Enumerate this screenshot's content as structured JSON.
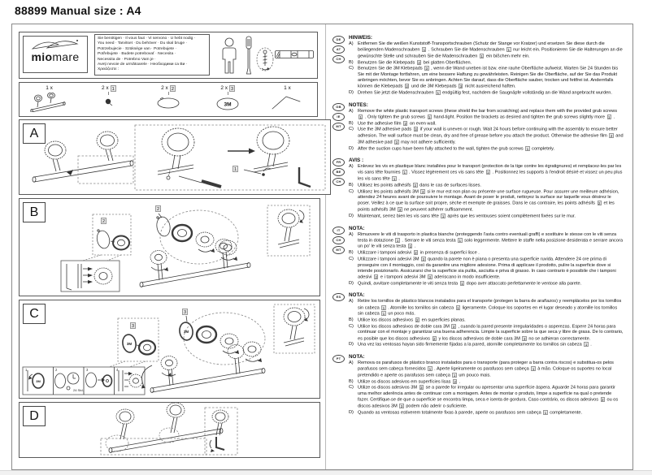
{
  "header": {
    "title": "88899 Manual size : A4"
  },
  "logo": {
    "brand_bold": "mio",
    "brand_rest": "mare"
  },
  "brand_3m": "3M",
  "you_need": {
    "lines": [
      "Sie benötigen · Il vous faut · Vi servono · U hebt nodig ·",
      "You need · Tarvitset · Du behöver · Du skal bruge ·",
      "Potrzebujecie · Szüksége van · Potrebujete ·",
      "Potřebujete · Budete potrebovať · Necesita ·",
      "Necessita de · Potrebno Vam je ·",
      "Aveți nevoie de următoarele · Необходими са Ви ·",
      "Χρειάζεστε :"
    ]
  },
  "parts": [
    {
      "qty": "1 x",
      "ref": null,
      "icon": "towel-rail"
    },
    {
      "qty": "2 x",
      "ref": "1",
      "icon": "grub-screw"
    },
    {
      "qty": "2 x",
      "ref": "2",
      "icon": "adhesive-film"
    },
    {
      "qty": "2 x",
      "ref": "3",
      "icon": "adhesive-3m"
    },
    {
      "qty": "1 x",
      "ref": null,
      "icon": "allen-key"
    }
  ],
  "panels": [
    {
      "label": "A"
    },
    {
      "label": "B"
    },
    {
      "label": "C"
    },
    {
      "label": "D"
    }
  ],
  "panel_refs": {
    "a": "1",
    "b1": "2",
    "b2": "2",
    "c1": "3",
    "c2": "3"
  },
  "panel_c_steps": [
    "1",
    "2",
    "3",
    "4"
  ],
  "panel_c_wait": "24 Std.",
  "sections": [
    {
      "id": "de",
      "countries": [
        "DE",
        "AT",
        "CH"
      ],
      "heading": "HINWEIS:",
      "items": [
        {
          "label": "A)",
          "text": "Entfernen Sie die weißen Kunststoff-Transportschrauben (Schutz der Stange vor Kratzer) und ersetzen Sie diese durch die beiliegenden Madenschrauben [1] . Schrauben Sie die Madenschrauben [1] nur leicht ein. Positionieren Sie die Halterungen an die gewünschte Stelle und schrauben Sie die Madenschrauben [1] ein bißchen mehr ein."
        },
        {
          "label": "B)",
          "text": "Benutzen Sie die Klebepads [2] bei glatten Oberflächen."
        },
        {
          "label": "C)",
          "text": "Benutzen Sie die 3M Klebepads [3] , wenn die Wand uneben ist bzw. eine rauhe Oberfläche aufweist. Warten Sie 24 Stunden bis Sie mit der Montage fortfahren, um eine bessere Haftung zu gewährleisten. Reinigen Sie die Oberfläche, auf der Sie das Produkt anbringen möchten, bevor Sie es anbringen. Achten Sie darauf, dass die Oberfläche sauber, trocken und fettfrei ist. Andernfalls können die Klebepads [2] und die 3M Klebepads [3] nicht ausreichend haften."
        },
        {
          "label": "D)",
          "text": "Drehen Sie jetzt die Madenschrauben [1] endgültig fest, nachdem die Saugnäpfe vollständig an die Wand angebracht wurden."
        }
      ]
    },
    {
      "id": "gb",
      "countries": [
        "GB",
        "IE",
        "MT"
      ],
      "heading": "NOTES:",
      "items": [
        {
          "label": "A)",
          "text": "Remove the white plastic transport screws (these shield the bar from scratching) and replace them with the provided grub screws [1] . Only tighten the grub screws [1] hand-tight. Position the brackets as desired and tighten the grub screws slightly more [1] ."
        },
        {
          "label": "B)",
          "text": "Use the adhesive film [2] on even wall."
        },
        {
          "label": "C)",
          "text": "Use the 3M adhesive pads [3] if your wall is uneven or rough. Wait 24 hours before continuing with the assembly to ensure better adhesion. The wall surface must be clean, dry and free of grease before you attach the product. Otherwise the adhesive film [2] and 3M adhesive pad [3] may not adhere sufficiently."
        },
        {
          "label": "D)",
          "text": "After the suction cups have been fully attached to the wall, tighten the grub screws [1] completely."
        }
      ]
    },
    {
      "id": "fr",
      "countries": [
        "FR",
        "BE",
        "CH"
      ],
      "heading": "AVIS :",
      "items": [
        {
          "label": "A)",
          "text": "Enlevez les vis en plastique blanc installées pour le transport (protection de la tige contre les égratignures) et remplacez-les par les vis sans tête fournies [1] . Vissez légèrement ces vis sans tête [1] . Positionnez les supports à l'endroit désiré et vissez un peu plus les vis sans tête [1] ."
        },
        {
          "label": "B)",
          "text": "Utilisez les points adhésifs [2] dans le cas de surfaces lisses."
        },
        {
          "label": "C)",
          "text": "Utilisez les points adhésifs 3M [3] si le mur est non plan ou présente une surface rugueuse. Pour assurer une meilleure adhésion, attendez 24 heures avant de poursuivre le montage. Avant de poser le produit, nettoyez la surface sur laquelle vous désirez le poser. Veillez à ce que la surface soit propre, sèche et exempte de graisses. Dans le cas contraire, les points adhésifs [2] et les points adhésifs 3M [3] ne peuvent adhérer suffisamment."
        },
        {
          "label": "D)",
          "text": "Maintenant, serrez bien les vis sans tête [1] après que les ventouses soient complètement fixées sur le mur."
        }
      ]
    },
    {
      "id": "it",
      "countries": [
        "IT",
        "CH",
        "MT"
      ],
      "heading": "NOTA:",
      "items": [
        {
          "label": "A)",
          "text": "Rimuovere le viti di trasporto in plastica bianche (proteggendo l'asta contro eventuali graffi) e sostituire le stesse con le viti senza testa in dotazione [1] . Serrare le viti senza testa [1] solo leggermente. Mettere le staffe nella posizione desiderata e serrare ancora un po' le viti senza testa [1] ."
        },
        {
          "label": "B)",
          "text": "Utilizzare i tamponi adesivi [2] in presenza di superfici lisce ."
        },
        {
          "label": "C)",
          "text": "Utilizzare i tamponi adesivi 3M [3] quando la parete non è piana o presenta una superficie ruvida. Attendere 24 ore prima di proseguire con il montaggio, così da garantire una migliore adesione. Prima di applicare il prodotto, pulire la superficie dove si intende posizionarlo. Assicurarsi che la superficie sia pulita, asciutta e priva di grasso. In caso contrario è possibile che i tamponi adesivi [2] e i tamponi adesivi 3M [3] aderiscano in modo insufficiente."
        },
        {
          "label": "D)",
          "text": "Quindi, avvitare completamente le viti senza testa [1] dopo aver attaccato perfettamente le ventose alla parete."
        }
      ]
    },
    {
      "id": "es",
      "countries": [
        "ES"
      ],
      "heading": "NOTA:",
      "items": [
        {
          "label": "A)",
          "text": "Retire los tornillos de plástico blancos instalados para el transporte (protegen la barra de arañazos) y reemplácelos por los tornillos sin cabeza [1] . Atornille los tornillos sin cabeza [1] ligeramente. Coloque los soportes en el lugar deseado y atornille los tornillos sin cabeza [1] un poco más."
        },
        {
          "label": "B)",
          "text": "Utilice los discos adhesivos [2] en superficies planas."
        },
        {
          "label": "C)",
          "text": "Utilice los discos adhesivos de doble cara 3M [3] , cuando la pared presente irregularidades o asperezas. Espere 24 horas para continuar con el montaje y garantizar una buena adherencia. Limpie la superficie sobre la que seca y libre de grasa. De lo contrario, es posible que los discos adhesivos [2] y los discos adhesivos de doble cara 3M [3] no se adhieran correctamente."
        },
        {
          "label": "D)",
          "text": "Una vez las ventosas hayan sido firmemente fijadas a la pared, atornille completamente los tornillos sin cabeza [1] ."
        }
      ]
    },
    {
      "id": "pt",
      "countries": [
        "PT"
      ],
      "heading": "NOTA:",
      "items": [
        {
          "label": "A)",
          "text": "Remova os parafusos de plástico branco instalados para o transporte (para proteger a barra contra riscos) e substitua-os pelos parafusos sem cabeça fornecidos [1] . Aperte ligeiramente os parafusos sem cabeça [1] à mão. Coloque os suportes no local pretendido e aperte os parafusos sem cabeça [1] um pouco mais."
        },
        {
          "label": "B)",
          "text": "Utilize os discos adesivos em superfícies lisas [2] ."
        },
        {
          "label": "C)",
          "text": "Utilize os discos adesivos 3M [3] se a parede for irregular ou apresentar uma superfície áspera. Aguarde 24 horas para garantir uma melhor aderência antes de continuar com a montagem. Antes de montar o produto, limpe a superfície na qual o pretende fazer. Certifique-se de que a superfície se encontra limpa, seca e isenta de gordura. Caso contrário, os discos adesivos [2] ou os discos adesivos 3M [3] podem não aderir o suficiente."
        },
        {
          "label": "D)",
          "text": "Quando as ventosas estiverem totalmente fixas à parede, aperte os parafusos sem cabeça [1] completamente."
        }
      ]
    }
  ]
}
